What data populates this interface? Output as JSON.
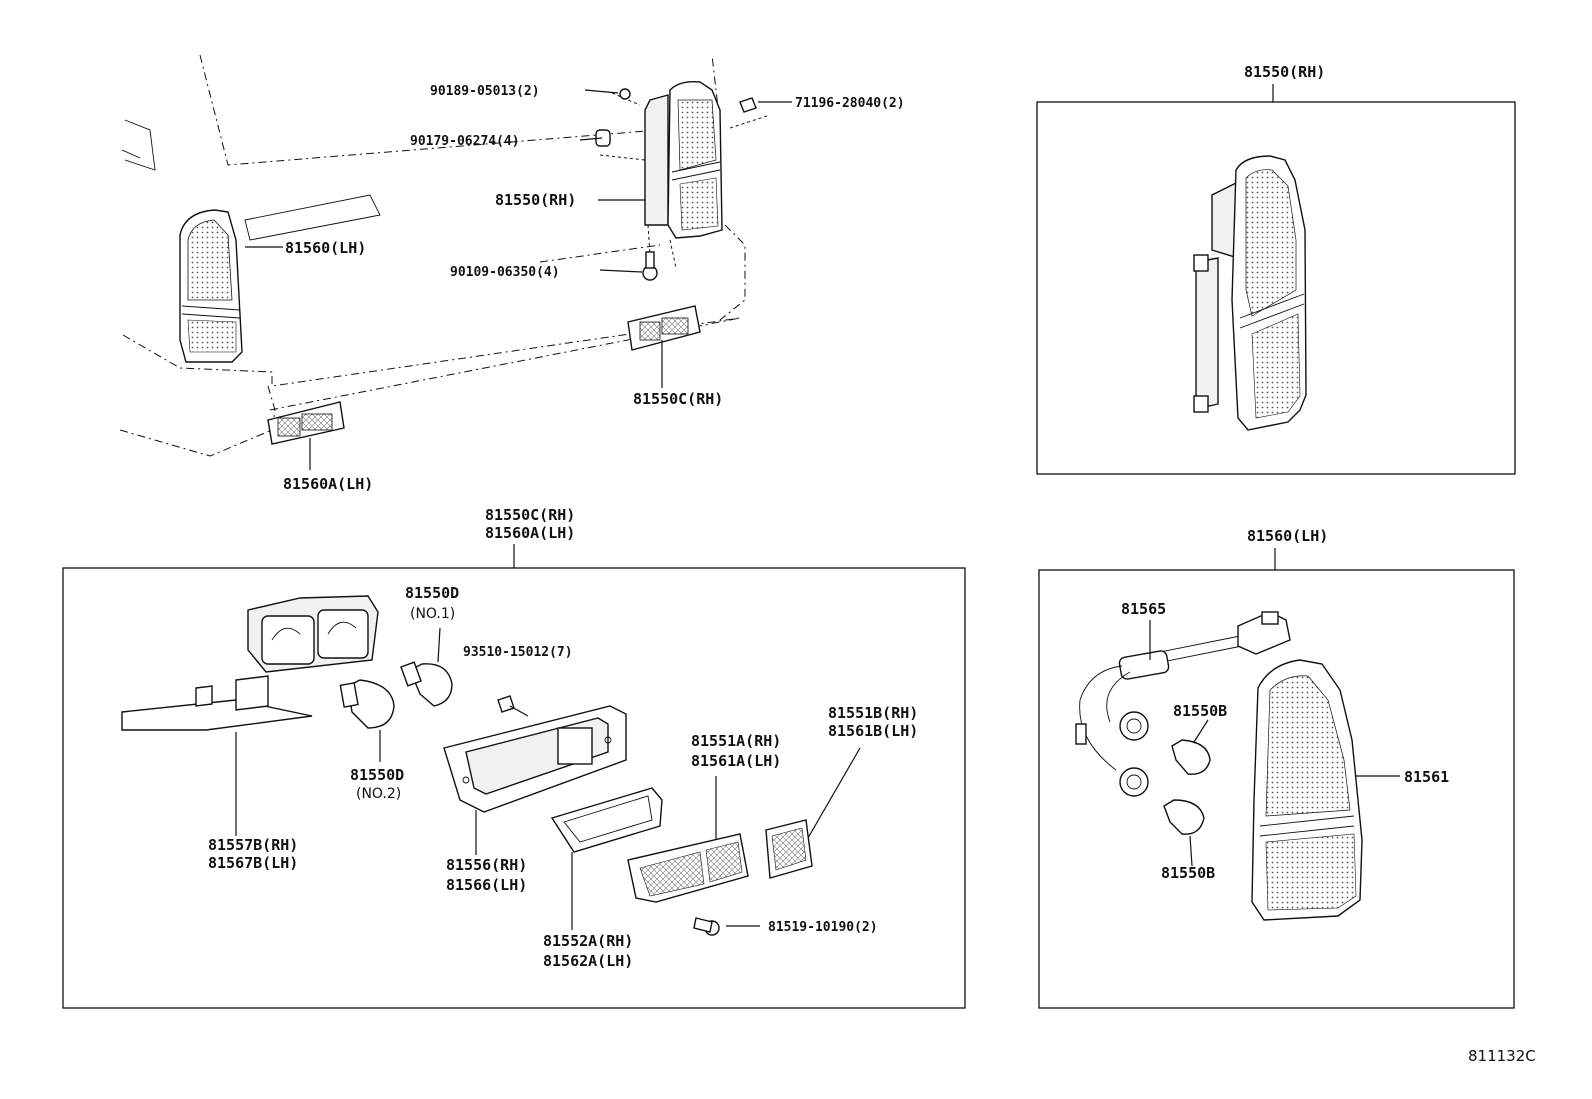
{
  "overview": {
    "label_90189": "90189-05013(2)",
    "label_71196": "71196-28040(2)",
    "label_90179": "90179-06274(4)",
    "label_81550": "81550(RH)",
    "label_81560": "81560(LH)",
    "label_90109": "90109-06350(4)",
    "label_81550C": "81550C(RH)",
    "label_81560A": "81560A(LH)"
  },
  "panel_81550": {
    "title": "81550(RH)"
  },
  "panel_reflector": {
    "title_1": "81550C(RH)",
    "title_2": "81560A(LH)",
    "bulb_no1": "81550D",
    "bulb_no1_sub": "(NO.1)",
    "screw_93510": "93510-15012(7)",
    "bulb_no2": "81550D",
    "bulb_no2_sub": "(NO.2)",
    "cover_1": "81557B(RH)",
    "cover_2": "81567B(LH)",
    "housing_1": "81556(RH)",
    "housing_2": "81566(LH)",
    "gasket_1": "81552A(RH)",
    "gasket_2": "81562A(LH)",
    "lens_a_1": "81551A(RH)",
    "lens_a_2": "81561A(LH)",
    "lens_b_1": "81551B(RH)",
    "lens_b_2": "81561B(LH)",
    "screw_81519": "81519-10190(2)"
  },
  "panel_81560": {
    "title": "81560(LH)",
    "socket": "81565",
    "bulb_top": "81550B",
    "bulb_bottom": "81550B",
    "lens": "81561"
  },
  "figure_code": "811132C"
}
